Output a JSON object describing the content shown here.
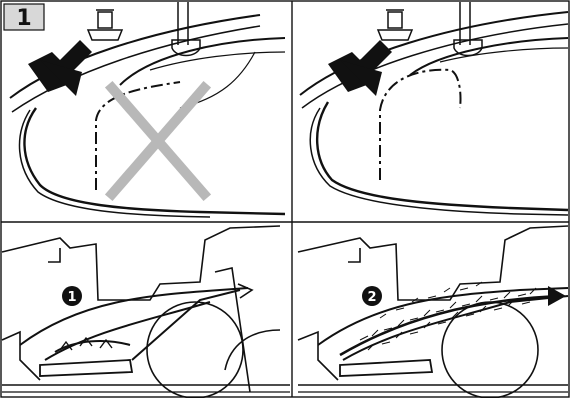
{
  "figure_number": "1",
  "step_markers": [
    "1",
    "2"
  ],
  "colors": {
    "ink": "#111111",
    "cross": "#b8b8b8",
    "label_bg": "#d8d8d8",
    "arrow": "#222222"
  },
  "icons": [
    "figure-number-label",
    "pointer-arrow-icon",
    "wrong-cross-icon",
    "step-marker-1",
    "step-marker-2"
  ]
}
